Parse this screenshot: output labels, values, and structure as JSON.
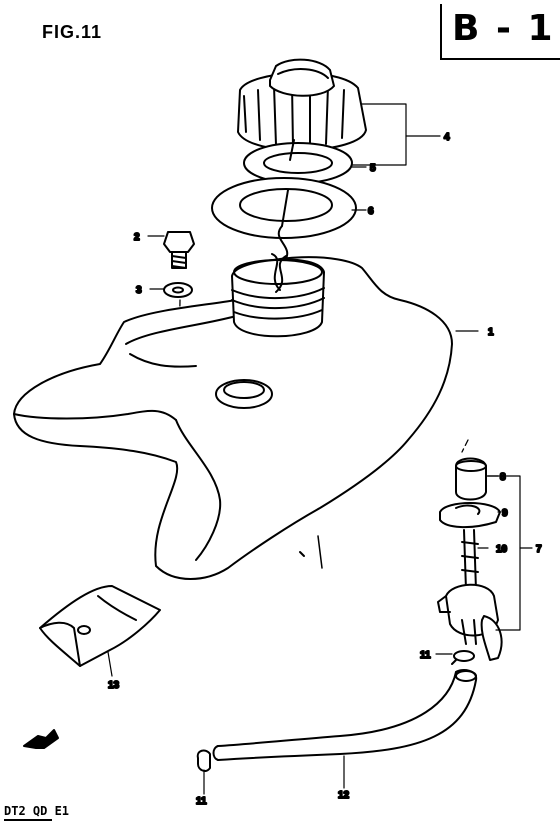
{
  "header": {
    "figure": "FIG.11",
    "section": "B - 1"
  },
  "footer": {
    "code": "DT2 QD E1"
  },
  "callouts": {
    "c1": "1",
    "c2": "2",
    "c3": "3",
    "c4": "4",
    "c5": "5",
    "c6": "6",
    "c7": "7",
    "c8": "8",
    "c9": "9",
    "c10": "10",
    "c11a": "11",
    "c11b": "11",
    "c12": "12",
    "c13": "13"
  }
}
